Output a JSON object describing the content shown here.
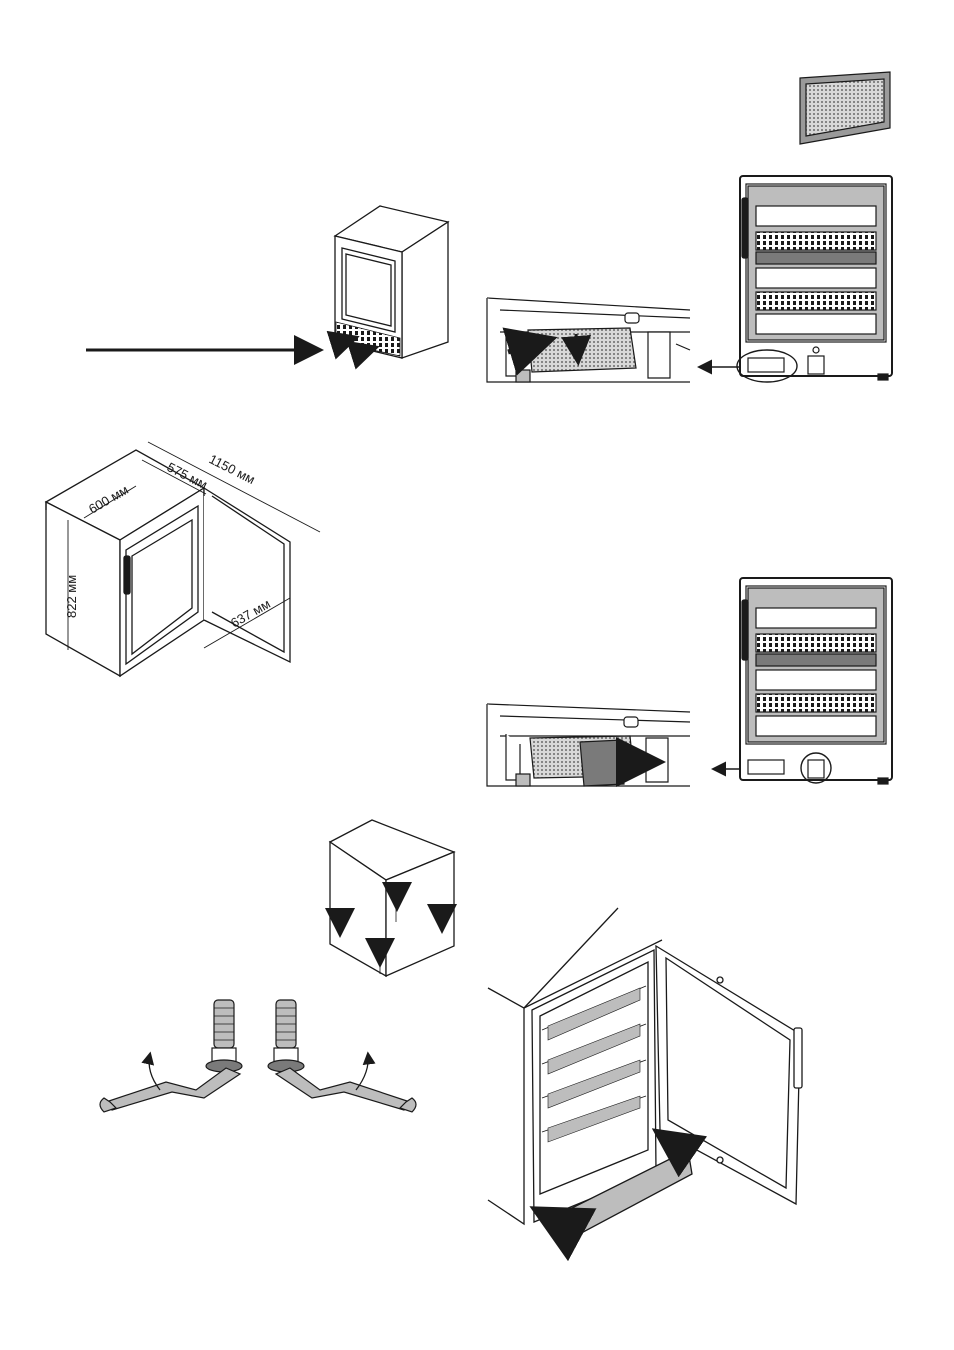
{
  "dimensions": {
    "depth_open": "1150 мм",
    "depth": "575 мм",
    "width": "600 мм",
    "height": "822 мм",
    "door_width": "637 мм"
  },
  "icons": {
    "charcoal_filter": "charcoal-filter-icon",
    "direction_arrow": "arrow-icon",
    "adjusting_foot": "adjustable-foot-icon",
    "wrench": "wrench-icon"
  },
  "colors": {
    "line": "#1a1a1a",
    "gray_fill": "#bdbdbd",
    "dark_fill": "#7a7a7a",
    "mesh": "#9a9a9a"
  }
}
